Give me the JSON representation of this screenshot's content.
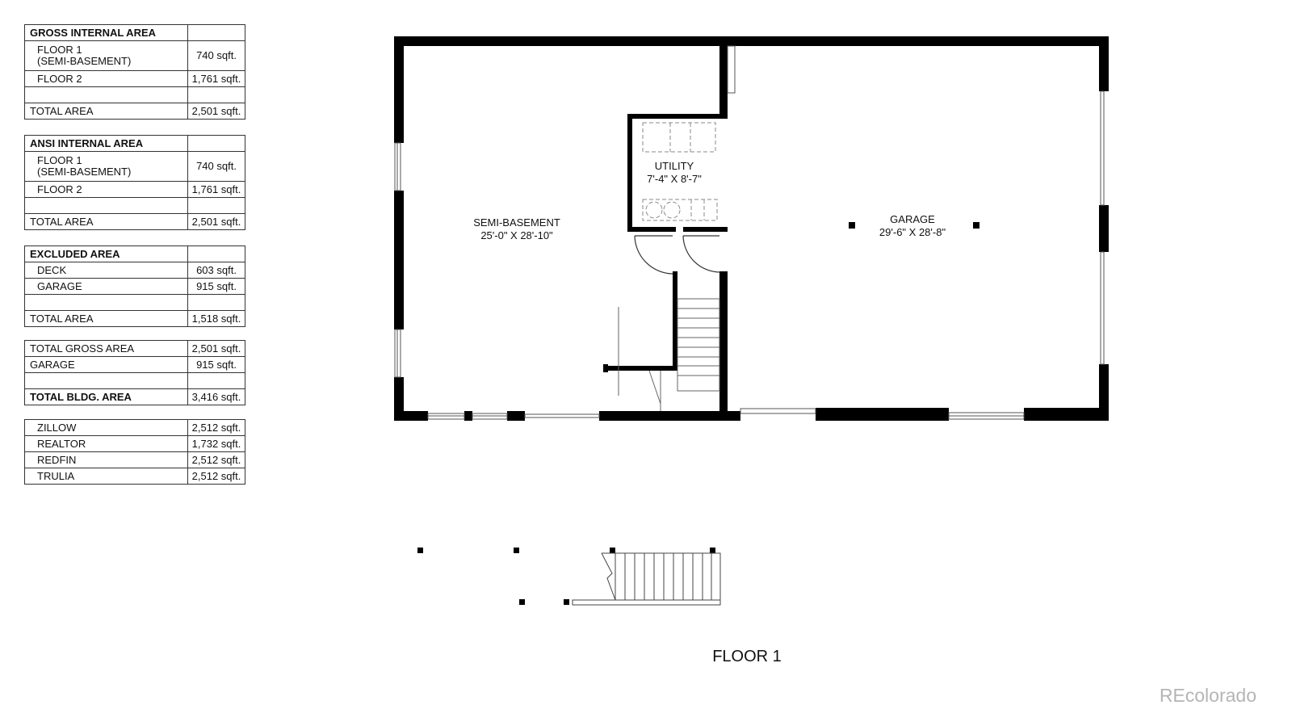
{
  "tables": [
    {
      "header": "GROSS INTERNAL AREA",
      "rows": [
        {
          "label": "FLOOR 1\n(SEMI-BASEMENT)",
          "value": "740 sqft."
        },
        {
          "label": "FLOOR 2",
          "value": "1,761 sqft."
        },
        {
          "label": "",
          "value": ""
        },
        {
          "label": "TOTAL AREA",
          "value": "2,501 sqft."
        }
      ]
    },
    {
      "header": "ANSI INTERNAL AREA",
      "rows": [
        {
          "label": "FLOOR 1\n(SEMI-BASEMENT)",
          "value": "740 sqft."
        },
        {
          "label": "FLOOR 2",
          "value": "1,761 sqft."
        },
        {
          "label": "",
          "value": ""
        },
        {
          "label": "TOTAL AREA",
          "value": "2,501 sqft."
        }
      ]
    },
    {
      "header": "EXCLUDED AREA",
      "rows": [
        {
          "label": "DECK",
          "value": "603 sqft."
        },
        {
          "label": "GARAGE",
          "value": "915 sqft."
        },
        {
          "label": "",
          "value": ""
        },
        {
          "label": "TOTAL AREA",
          "value": "1,518 sqft."
        }
      ]
    },
    {
      "rows": [
        {
          "label": "TOTAL GROSS AREA",
          "value": "2,501 sqft."
        },
        {
          "label": "GARAGE",
          "value": "915 sqft."
        },
        {
          "label": "",
          "value": ""
        },
        {
          "label": "TOTAL BLDG. AREA",
          "value": "3,416 sqft."
        }
      ]
    },
    {
      "rows": [
        {
          "label": "ZILLOW",
          "value": "2,512 sqft."
        },
        {
          "label": "REALTOR",
          "value": "1,732 sqft."
        },
        {
          "label": "REDFIN",
          "value": "2,512 sqft."
        },
        {
          "label": "TRULIA",
          "value": "2,512 sqft."
        }
      ]
    }
  ],
  "rooms": {
    "semi_basement": {
      "name": "SEMI-BASEMENT",
      "dims": "25'-0\" X 28'-10\""
    },
    "utility": {
      "name": "UTILITY",
      "dims": "7'-4\" X 8'-7\""
    },
    "garage": {
      "name": "GARAGE",
      "dims": "29'-6\" X 28'-8\""
    }
  },
  "floor_title": "FLOOR 1",
  "brand": "REcolorado"
}
